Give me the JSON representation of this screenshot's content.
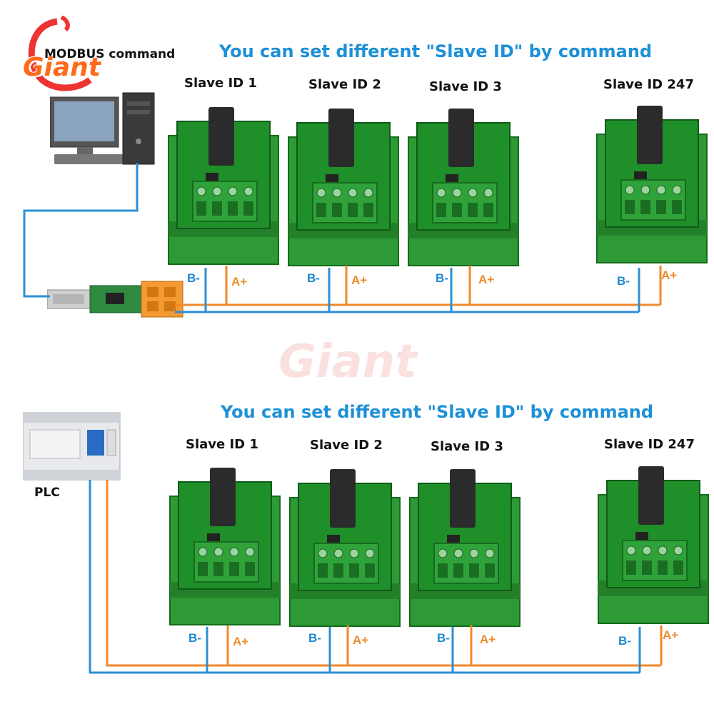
{
  "logo": {
    "text": "Giant"
  },
  "watermark": {
    "text": "Giant"
  },
  "colors": {
    "title": "#1e90d6",
    "bus_b": "#2b8fd6",
    "bus_a": "#f0892c",
    "board": "#1f8f2a",
    "terminal": "#2fa33a"
  },
  "top": {
    "title": "You can set different \"Slave ID\" by command",
    "master_label": "MODBUS command",
    "master_icon": "desktop-computer-icon",
    "adapter_icon": "usb-rs485-adapter-icon",
    "slaves": [
      {
        "id": "Slave ID 1",
        "b": "B-",
        "a": "A+"
      },
      {
        "id": "Slave ID 2",
        "b": "B-",
        "a": "A+"
      },
      {
        "id": "Slave ID 3",
        "b": "B-",
        "a": "A+"
      },
      {
        "id": "Slave ID 247",
        "b": "B-",
        "a": "A+"
      }
    ]
  },
  "bottom": {
    "title": "You can set different \"Slave ID\" by command",
    "master_label": "PLC",
    "master_icon": "plc-icon",
    "slaves": [
      {
        "id": "Slave ID 1",
        "b": "B-",
        "a": "A+"
      },
      {
        "id": "Slave ID 2",
        "b": "B-",
        "a": "A+"
      },
      {
        "id": "Slave ID 3",
        "b": "B-",
        "a": "A+"
      },
      {
        "id": "Slave ID 247",
        "b": "B-",
        "a": "A+"
      }
    ]
  }
}
